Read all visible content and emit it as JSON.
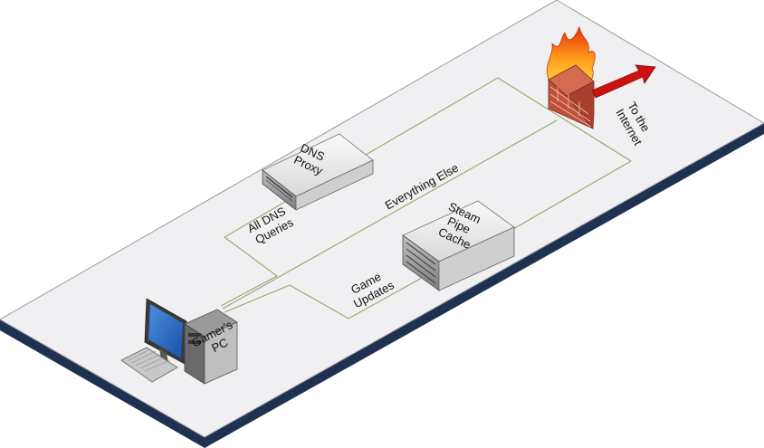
{
  "labels": {
    "dns_proxy": [
      "DNS",
      "Proxy"
    ],
    "steam_cache": [
      "Steam",
      "Pipe",
      "Cache"
    ],
    "gamer_pc": [
      "Gamer's",
      "PC"
    ],
    "internet": [
      "To the",
      "Internet"
    ],
    "all_dns": [
      "All DNS",
      "Queries"
    ],
    "everything_else": "Everything Else",
    "game_updates": [
      "Game",
      "Updates"
    ]
  },
  "colors": {
    "platform_top": "#f0f0f2",
    "platform_edge": "#1f3150",
    "connection_line": "#9aa56b",
    "arrow": "#cc1111",
    "brick": "#c0503a"
  },
  "icons": [
    "server-icon",
    "server-rack-icon",
    "firewall-icon",
    "desktop-pc-icon",
    "arrow-icon"
  ]
}
